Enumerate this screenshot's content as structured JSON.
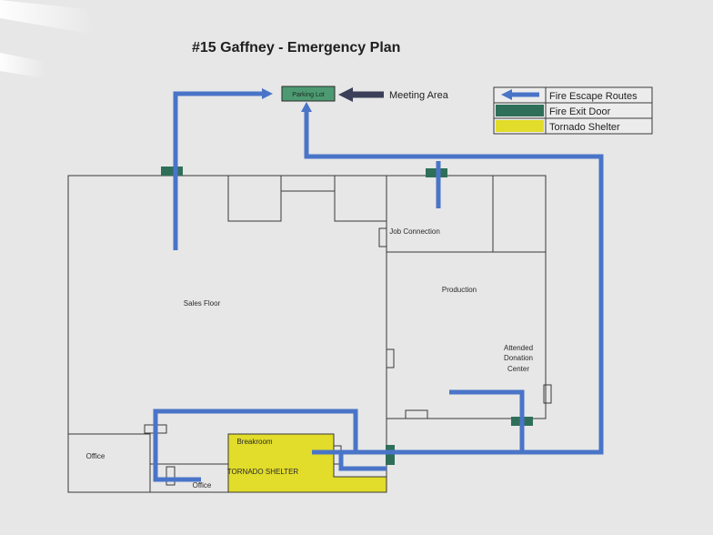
{
  "title": "#15 Gaffney - Emergency Plan",
  "legend": {
    "items": [
      {
        "label": "Fire Escape Routes",
        "symbol": "blue-arrow-icon",
        "color": "#4a74c8"
      },
      {
        "label": "Fire Exit Door",
        "symbol": "green-swatch",
        "color": "#2f6f5a"
      },
      {
        "label": "Tornado Shelter",
        "symbol": "yellow-swatch",
        "color": "#e2dc2a"
      }
    ]
  },
  "parking_lot": {
    "label": "Parking Lot",
    "color": "#4d9a72"
  },
  "meeting_area": {
    "label": "Meeting Area",
    "pointer": "dark-arrow-icon"
  },
  "rooms": {
    "sales_floor": "Sales Floor",
    "job_connection": "Job Connection",
    "production": "Production",
    "attended_donation_center": [
      "Attended",
      "Donation",
      "Center"
    ],
    "office_left": "Office",
    "office_small": "Office",
    "breakroom": "Breakroom",
    "tornado_shelter": "TORNADO SHELTER"
  },
  "colors": {
    "route": "#4a74c8",
    "exit_door": "#2f6f5a",
    "shelter": "#e2dc2a",
    "wall": "#3a3a3a",
    "paper": "#e7e8e7"
  }
}
